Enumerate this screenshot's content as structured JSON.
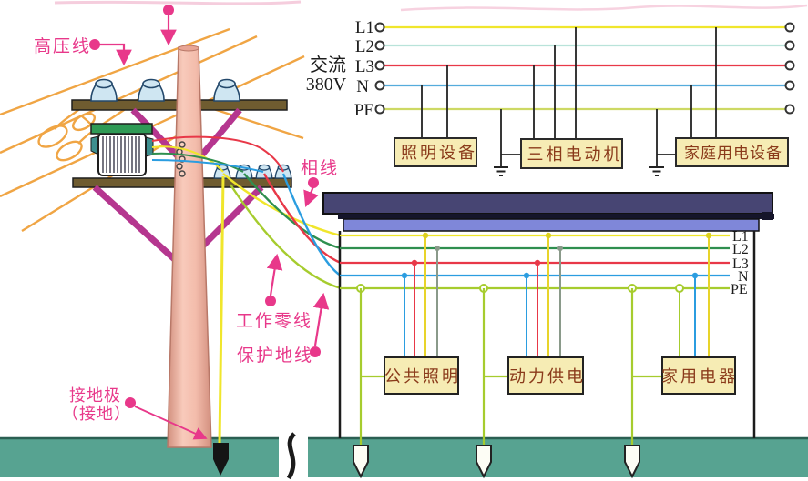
{
  "annotations": {
    "high_voltage": "高压线",
    "phase": "相线",
    "working_neutral": "工作零线",
    "protective_earth": "保护地线",
    "earth_electrode": "接地极",
    "earth_electrode_sub": "（接地）"
  },
  "top_circuit": {
    "source_line1": "交流",
    "source_line2": "380V",
    "bus_labels": [
      "L1",
      "L2",
      "L3",
      "N",
      "PE"
    ],
    "loads": [
      "照明设备",
      "三相电动机",
      "家庭用电设备"
    ]
  },
  "building": {
    "bus_labels": [
      "L1",
      "L2",
      "L3",
      "N",
      "PE"
    ],
    "loads": [
      "公共照明",
      "动力供电",
      "家用电器"
    ]
  },
  "colors": {
    "l1": "#f0e62c",
    "l2_top": "#b9e3da",
    "l2_building": "#2f8f4f",
    "l3": "#e83848",
    "n_top": "#55acdc",
    "n_building": "#2b9de0",
    "pe_top": "#cdd964",
    "pe_building": "#a6cc2e",
    "annotation_pink": "#e8388a",
    "hv_orange": "#f0a544",
    "ground_green": "#57a391",
    "pole_pink": "#eeb0a0",
    "roof_navy": "#474573",
    "roof_blue": "#7f87d9",
    "load_box_fill": "#f6ecb4",
    "load_box_text": "#8a3a1a"
  }
}
